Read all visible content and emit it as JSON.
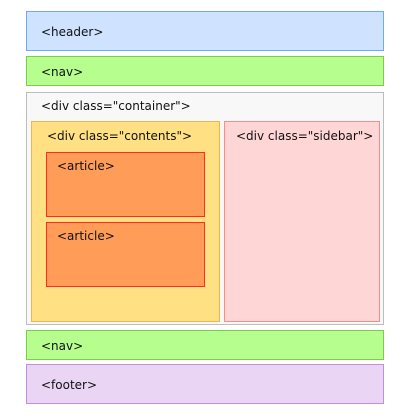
{
  "header": {
    "label": "<header>"
  },
  "nav_top": {
    "label": "<nav>"
  },
  "container": {
    "label": "<div class=\"container\">",
    "contents": {
      "label": "<div class=\"contents\">",
      "articles": [
        {
          "label": "<article>"
        },
        {
          "label": "<article>"
        }
      ]
    },
    "sidebar": {
      "label": "<div class=\"sidebar\">"
    }
  },
  "nav_bottom": {
    "label": "<nav>"
  },
  "footer": {
    "label": "<footer>"
  },
  "colors": {
    "header_fill": "#cfe2ff",
    "nav_fill": "#b6ff8f",
    "container_fill": "#f8f8f8",
    "contents_fill": "#ffe082",
    "article_fill": "#ff9d58",
    "article_border": "#ff2a2a",
    "sidebar_fill": "#ffd6d6",
    "footer_fill": "#ebd5f4"
  }
}
